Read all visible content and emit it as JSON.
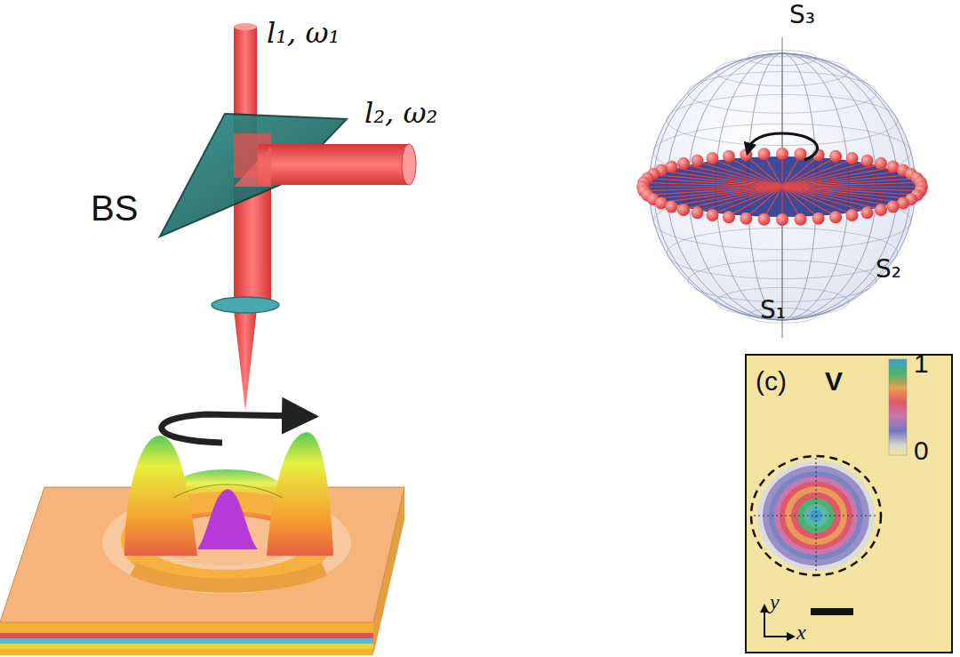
{
  "diagram": {
    "nodes": [
      {
        "text": [
          "(c)",
          "V"
        ]
      }
    ],
    "labels": [
      "l₁, ω₁",
      "l₂, ω₂",
      "BS",
      "S₃",
      "S₂",
      "S₁",
      "1",
      "0",
      "x",
      "y"
    ]
  }
}
